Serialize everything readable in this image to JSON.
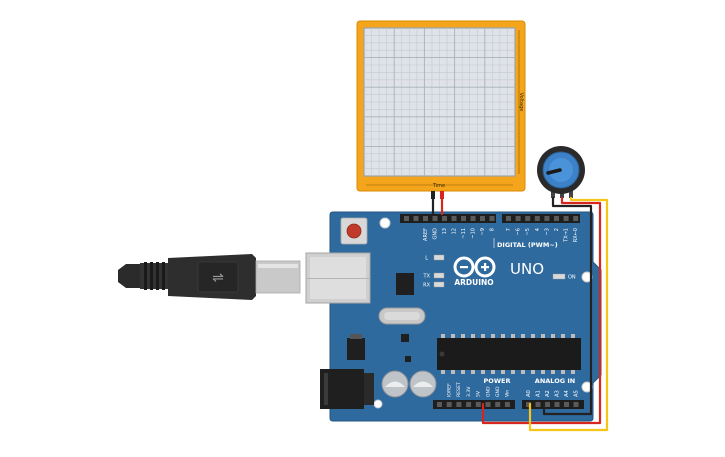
{
  "oscilloscope": {
    "x_label": "Time",
    "y_label": "Voltage",
    "frame_color": "#f4a51c",
    "screen_color": "#dfe3e8"
  },
  "arduino": {
    "board_color": "#2f6a9f",
    "model": "UNO",
    "brand": "ARDUINO",
    "digital_header_label": "DIGITAL (PWM~)",
    "power_label": "POWER",
    "analog_label": "ANALOG IN",
    "led_l": "L",
    "led_tx": "TX",
    "led_rx": "RX",
    "led_on": "ON",
    "digital_pins": [
      "AREF",
      "GND",
      "13",
      "12",
      "~11",
      "~10",
      "~9",
      "8",
      "7",
      "~6",
      "~5",
      "4",
      "~3",
      "2",
      "TX→1",
      "RX←0"
    ],
    "power_pins": [
      "IOREF",
      "RESET",
      "3.3V",
      "5V",
      "GND",
      "GND",
      "Vin"
    ],
    "analog_pins": [
      "A0",
      "A1",
      "A2",
      "A3",
      "A4",
      "A5"
    ]
  },
  "wires": {
    "red": "#d7261e",
    "black": "#222222",
    "yellow": "#f5c518"
  },
  "potentiometer": {
    "knob_color": "#3d82c8"
  }
}
